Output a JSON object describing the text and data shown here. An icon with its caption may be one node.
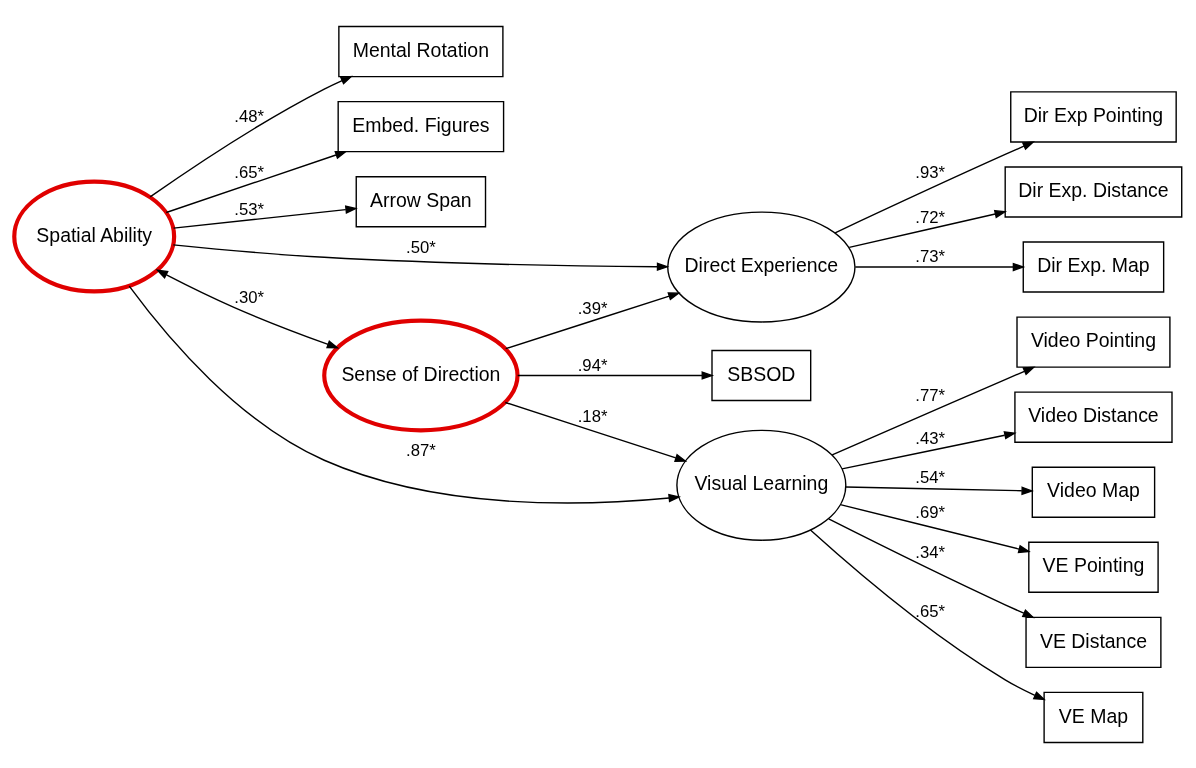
{
  "diagram": {
    "nodes": [
      {
        "text": [
          "Mental Rotation"
        ]
      },
      {
        "text": [
          "Embed. Figures"
        ]
      },
      {
        "text": [
          "Arrow Span"
        ]
      },
      {
        "text": [
          "Spatial Ability"
        ]
      },
      {
        "text": [
          "Direct Experience"
        ]
      },
      {
        "text": [
          "Dir Exp Pointing"
        ]
      },
      {
        "text": [
          "Dir Exp. Distance"
        ]
      },
      {
        "text": [
          "Dir Exp. Map"
        ]
      },
      {
        "text": [
          "Sense of Direction"
        ]
      },
      {
        "text": [
          "SBSOD"
        ]
      },
      {
        "text": [
          "Visual Learning"
        ]
      },
      {
        "text": [
          "Video Pointing"
        ]
      },
      {
        "text": [
          "Video Distance"
        ]
      },
      {
        "text": [
          "Video Map"
        ]
      },
      {
        "text": [
          "VE Pointing"
        ]
      },
      {
        "text": [
          "VE Distance"
        ]
      },
      {
        "text": [
          "VE Map"
        ]
      }
    ],
    "edges": [
      {
        "from": 3,
        "to": 0,
        "arrow": "to",
        "label": ".48*"
      },
      {
        "from": 3,
        "to": 1,
        "arrow": "to",
        "label": ".65*"
      },
      {
        "from": 3,
        "to": 2,
        "arrow": "to",
        "label": ".53*"
      },
      {
        "from": 3,
        "to": 4,
        "arrow": "to",
        "label": ".50*"
      },
      {
        "from": 3,
        "to": 10,
        "arrow": "to",
        "label": ".87*"
      },
      {
        "from": 3,
        "to": 8,
        "arrow": "both",
        "label": ".30*"
      },
      {
        "from": 8,
        "to": 4,
        "arrow": "to",
        "label": ".39*"
      },
      {
        "from": 8,
        "to": 10,
        "arrow": "to",
        "label": ".18*"
      },
      {
        "from": 8,
        "to": 9,
        "arrow": "to",
        "label": ".94*"
      },
      {
        "from": 4,
        "to": 5,
        "arrow": "to",
        "label": ".93*"
      },
      {
        "from": 4,
        "to": 6,
        "arrow": "to",
        "label": ".72*"
      },
      {
        "from": 4,
        "to": 7,
        "arrow": "to",
        "label": ".73*"
      },
      {
        "from": 10,
        "to": 11,
        "arrow": "to",
        "label": ".77*"
      },
      {
        "from": 10,
        "to": 12,
        "arrow": "to",
        "label": ".43*"
      },
      {
        "from": 10,
        "to": 13,
        "arrow": "to",
        "label": ".54*"
      },
      {
        "from": 10,
        "to": 14,
        "arrow": "to",
        "label": ".69*"
      },
      {
        "from": 10,
        "to": 15,
        "arrow": "to",
        "label": ".34*"
      },
      {
        "from": 10,
        "to": 16,
        "arrow": "to",
        "label": ".65*"
      }
    ]
  }
}
